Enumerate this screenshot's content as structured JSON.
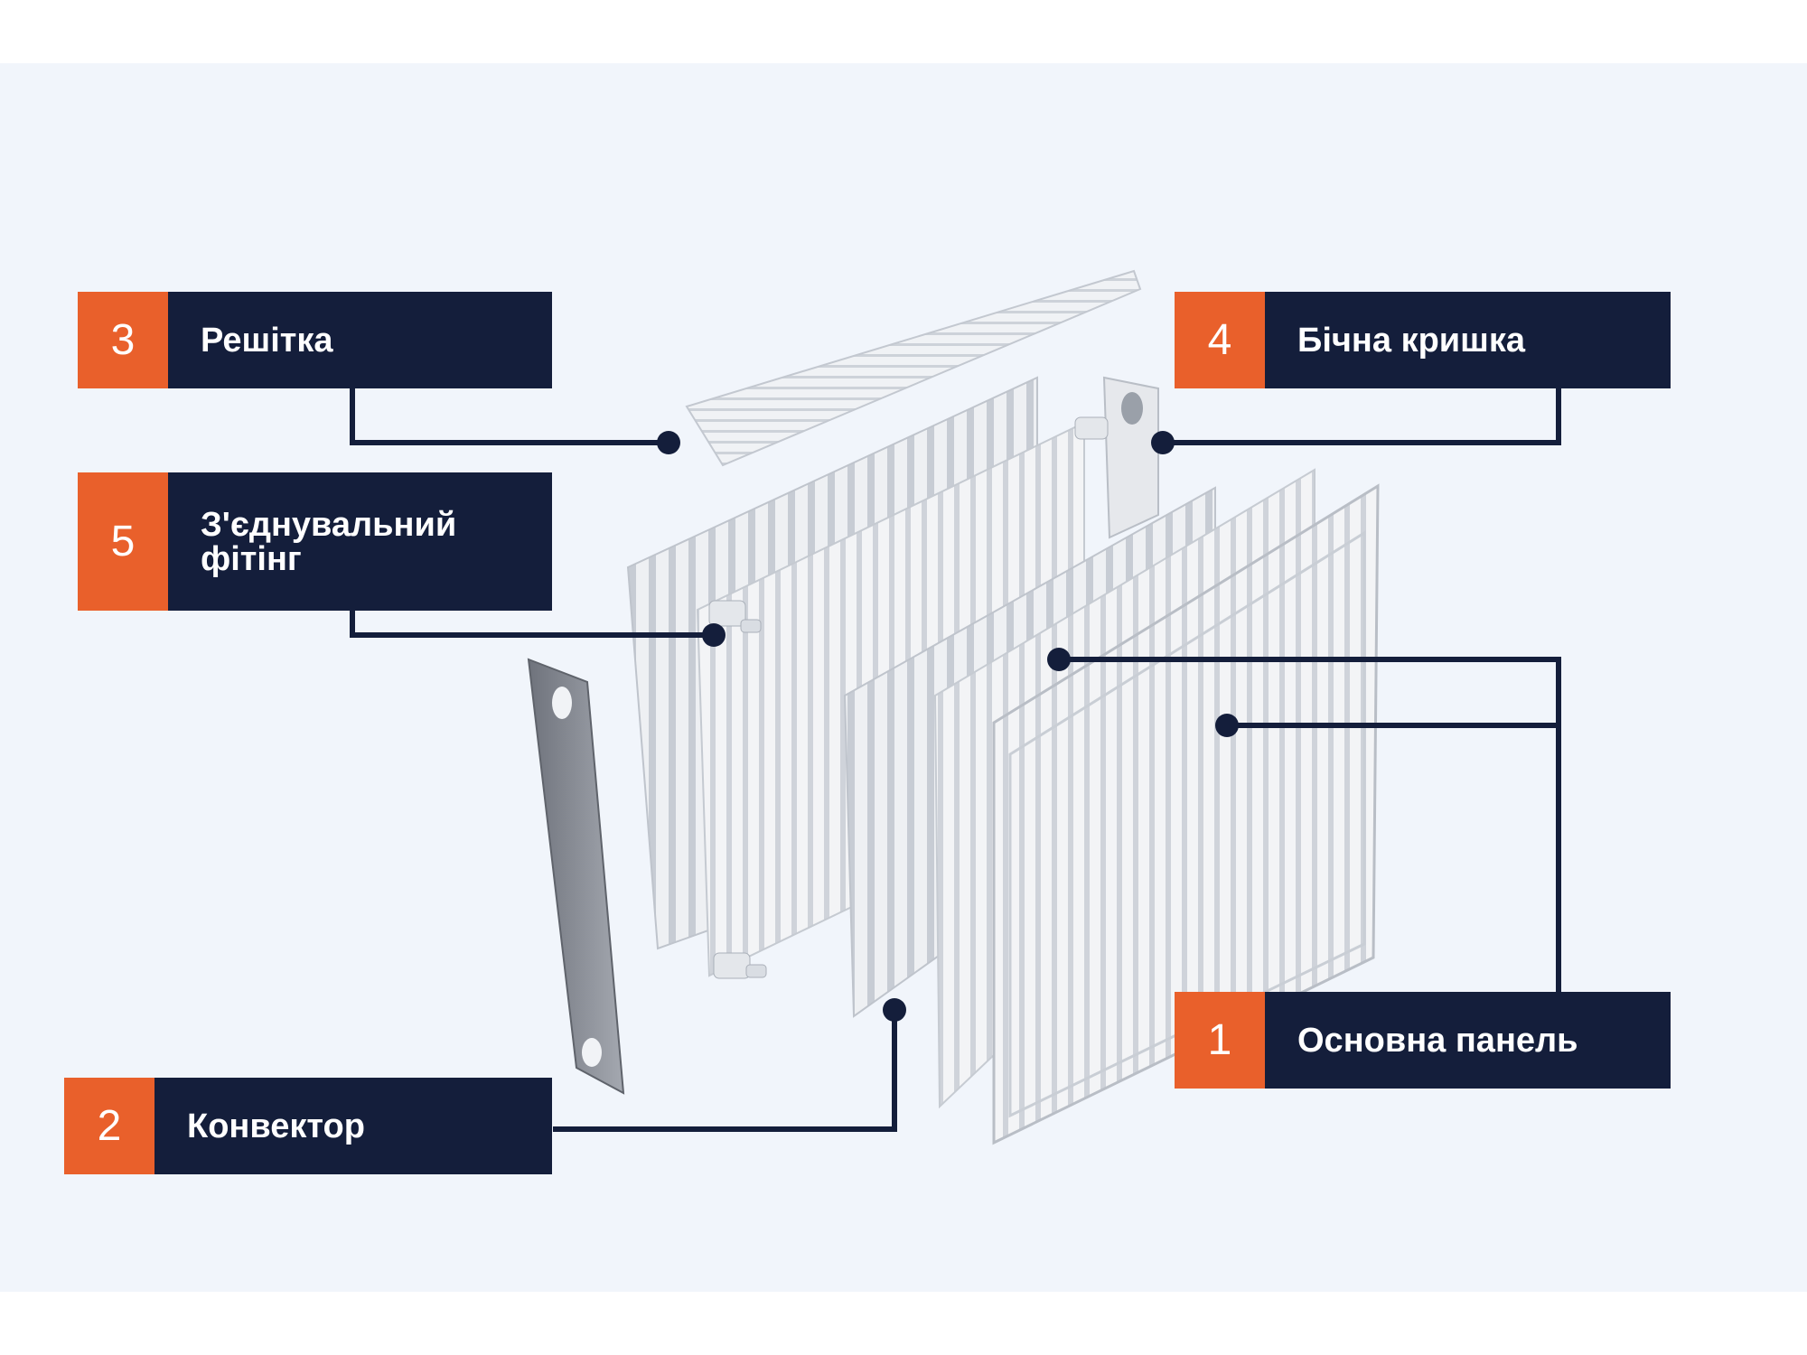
{
  "colors": {
    "background": "#f1f5fb",
    "label_bg": "#141e3b",
    "number_bg": "#e9602b",
    "leader_line": "#141e3b",
    "panel_light": "#eef1f5",
    "panel_shade": "#c9ced6",
    "side_cover": "#8c9099"
  },
  "labels": [
    {
      "id": "3",
      "number": "3",
      "text": "Решітка"
    },
    {
      "id": "4",
      "number": "4",
      "text": "Бічна кришка"
    },
    {
      "id": "5",
      "number": "5",
      "text": "З'єднувальний фітінг"
    },
    {
      "id": "2",
      "number": "2",
      "text": "Конвектор"
    },
    {
      "id": "1",
      "number": "1",
      "text": "Основна панель"
    }
  ],
  "illustration": {
    "parts": [
      "top-grille",
      "side-cover-left",
      "side-cover-right",
      "rear-panel",
      "convector-fins",
      "connecting-fittings",
      "main-panel-front"
    ]
  }
}
